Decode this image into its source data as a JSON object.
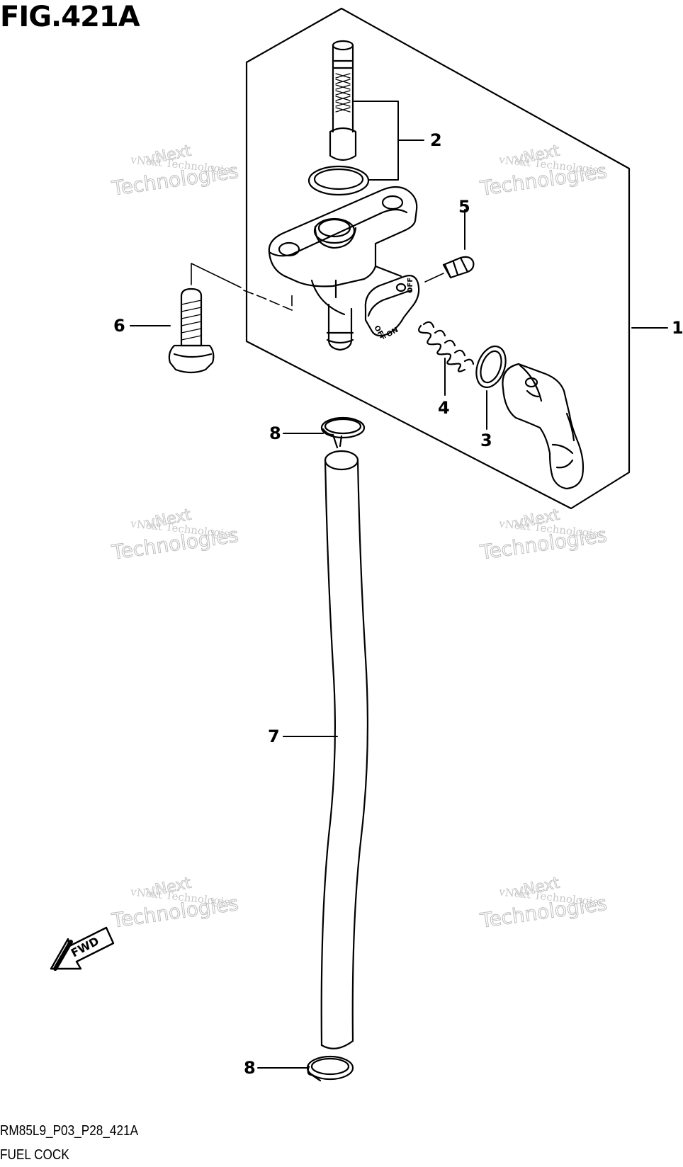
{
  "figure": {
    "title": "FIG.421A",
    "code": "RM85L9_P03_P28_421A",
    "name": "FUEL COCK"
  },
  "callouts": {
    "p1": "1",
    "p2": "2",
    "p3": "3",
    "p4": "4",
    "p5": "5",
    "p6": "6",
    "p7": "7",
    "p8_top": "8",
    "p8_bottom": "8"
  },
  "part_markings": {
    "off_knob": "OFF",
    "on_knob": "ON",
    "off_side": "OFF",
    "fwd_arrow": "FWD"
  },
  "watermark": {
    "line1": "vNext Technologies",
    "line2": "Technologies",
    "line3": "vNext"
  }
}
